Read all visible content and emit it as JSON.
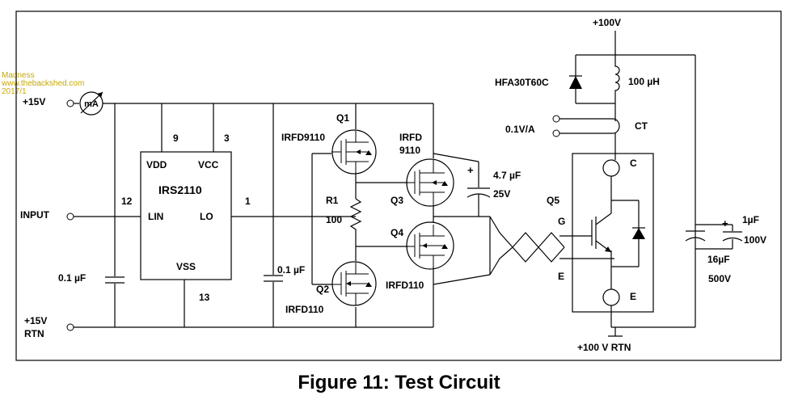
{
  "watermark": {
    "lines": [
      "Madness",
      "www.thebackshed.com",
      "2017/1"
    ]
  },
  "caption": "Figure 11: Test Circuit",
  "labels": {
    "v15": "+15V",
    "ma": "mA",
    "input": "INPUT",
    "v15_rtn": "+15V",
    "rtn": "RTN",
    "cap1": "0.1 µF",
    "cap2": "0.1 µF",
    "pin9": "9",
    "pin3": "3",
    "pin12": "12",
    "pin1": "1",
    "pin13": "13",
    "ic_name": "IRS2110",
    "vdd": "VDD",
    "vcc": "VCC",
    "lin": "LIN",
    "lo": "LO",
    "vss": "VSS",
    "q1": "Q1",
    "q1_part": "IRFD9110",
    "q2": "Q2",
    "q2_part": "IRFD110",
    "q3": "Q3",
    "q3_part_a": "IRFD",
    "q3_part_b": "9110",
    "q4": "Q4",
    "q4_part": "IRFD110",
    "r1": "R1",
    "r1_val": "100",
    "cap_47": "4.7 µF",
    "v25": "25V",
    "plus": "+",
    "q5": "Q5",
    "g": "G",
    "e_left": "E",
    "c_node": "C",
    "e_node": "E",
    "v100": "+100V",
    "diode": "HFA30T60C",
    "inductor": "100 µH",
    "ct_scale": "0.1V/A",
    "ct": "CT",
    "cap_1uf": "1µF",
    "v100_cap": "100V",
    "cap_16uf": "16µF",
    "v500": "500V",
    "v100_rtn": "+100 V RTN",
    "plus2": "+"
  }
}
